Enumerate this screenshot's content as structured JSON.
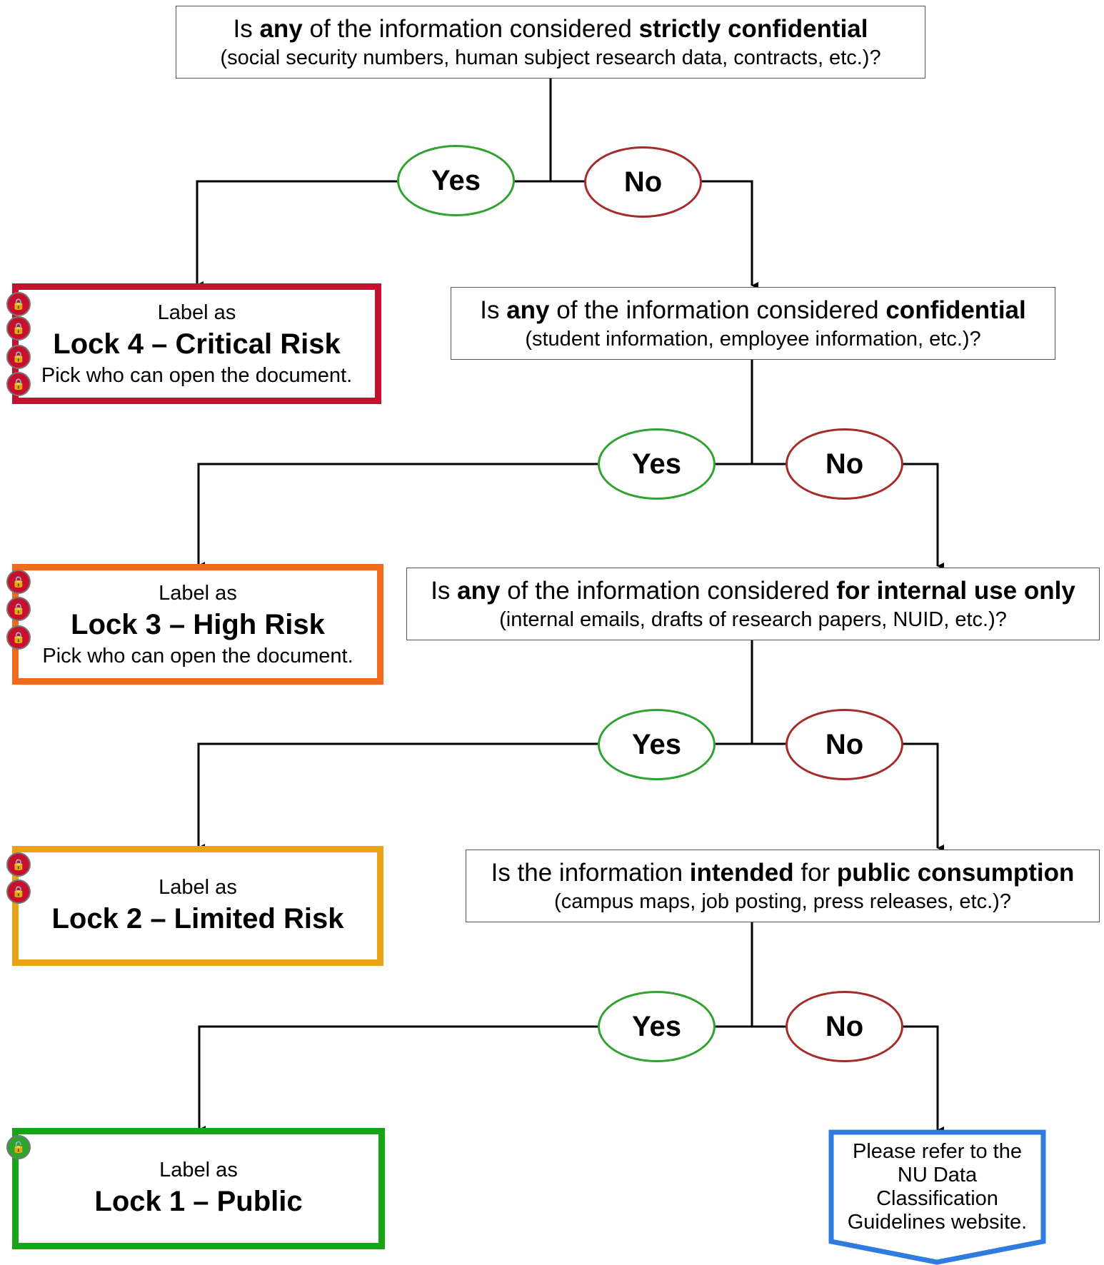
{
  "questions": [
    {
      "pre": "Is ",
      "bold1": "any",
      "mid": "  of the information considered ",
      "bold2": "strictly confidential",
      "post": "",
      "examples": "(social security numbers, human subject research data, contracts, etc.)?"
    },
    {
      "pre": "Is ",
      "bold1": "any",
      "mid": "  of the information considered ",
      "bold2": "confidential",
      "post": "",
      "examples": "(student information, employee information, etc.)?"
    },
    {
      "pre": "Is ",
      "bold1": "any",
      "mid": "  of the information considered ",
      "bold2": "for internal use only",
      "post": "",
      "examples": "(internal emails, drafts of research papers, NUID, etc.)?"
    },
    {
      "pre": "Is the information ",
      "bold1": "intended",
      "mid": "  for ",
      "bold2": "public consumption",
      "post": "",
      "examples": "(campus maps, job posting, press releases, etc.)?"
    }
  ],
  "answers": {
    "yes": "Yes",
    "no": "No"
  },
  "results": [
    {
      "label": "Label as",
      "title": "Lock 4 –  Critical Risk",
      "note": "Pick who can open the document.",
      "color": "#c8102e",
      "locks": 4
    },
    {
      "label": "Label as",
      "title": "Lock 3 –  High Risk",
      "note": "Pick who can open the document.",
      "color": "#f26a1b",
      "locks": 3
    },
    {
      "label": "Label as",
      "title": "Lock 2 –  Limited Risk",
      "note": "",
      "color": "#e8a317",
      "locks": 2
    },
    {
      "label": "Label as",
      "title": "Lock 1 –  Public",
      "note": "",
      "color": "#19a319",
      "locks": 1
    }
  ],
  "refer": {
    "text": "Please refer to the NU Data Classification Guidelines website.",
    "lines": [
      "Please refer to the",
      "NU Data",
      "Classification",
      "Guidelines website."
    ],
    "color": "#2f7be0"
  },
  "icons": {
    "lock": "lock-icon",
    "arrow": "arrow-down-icon"
  }
}
